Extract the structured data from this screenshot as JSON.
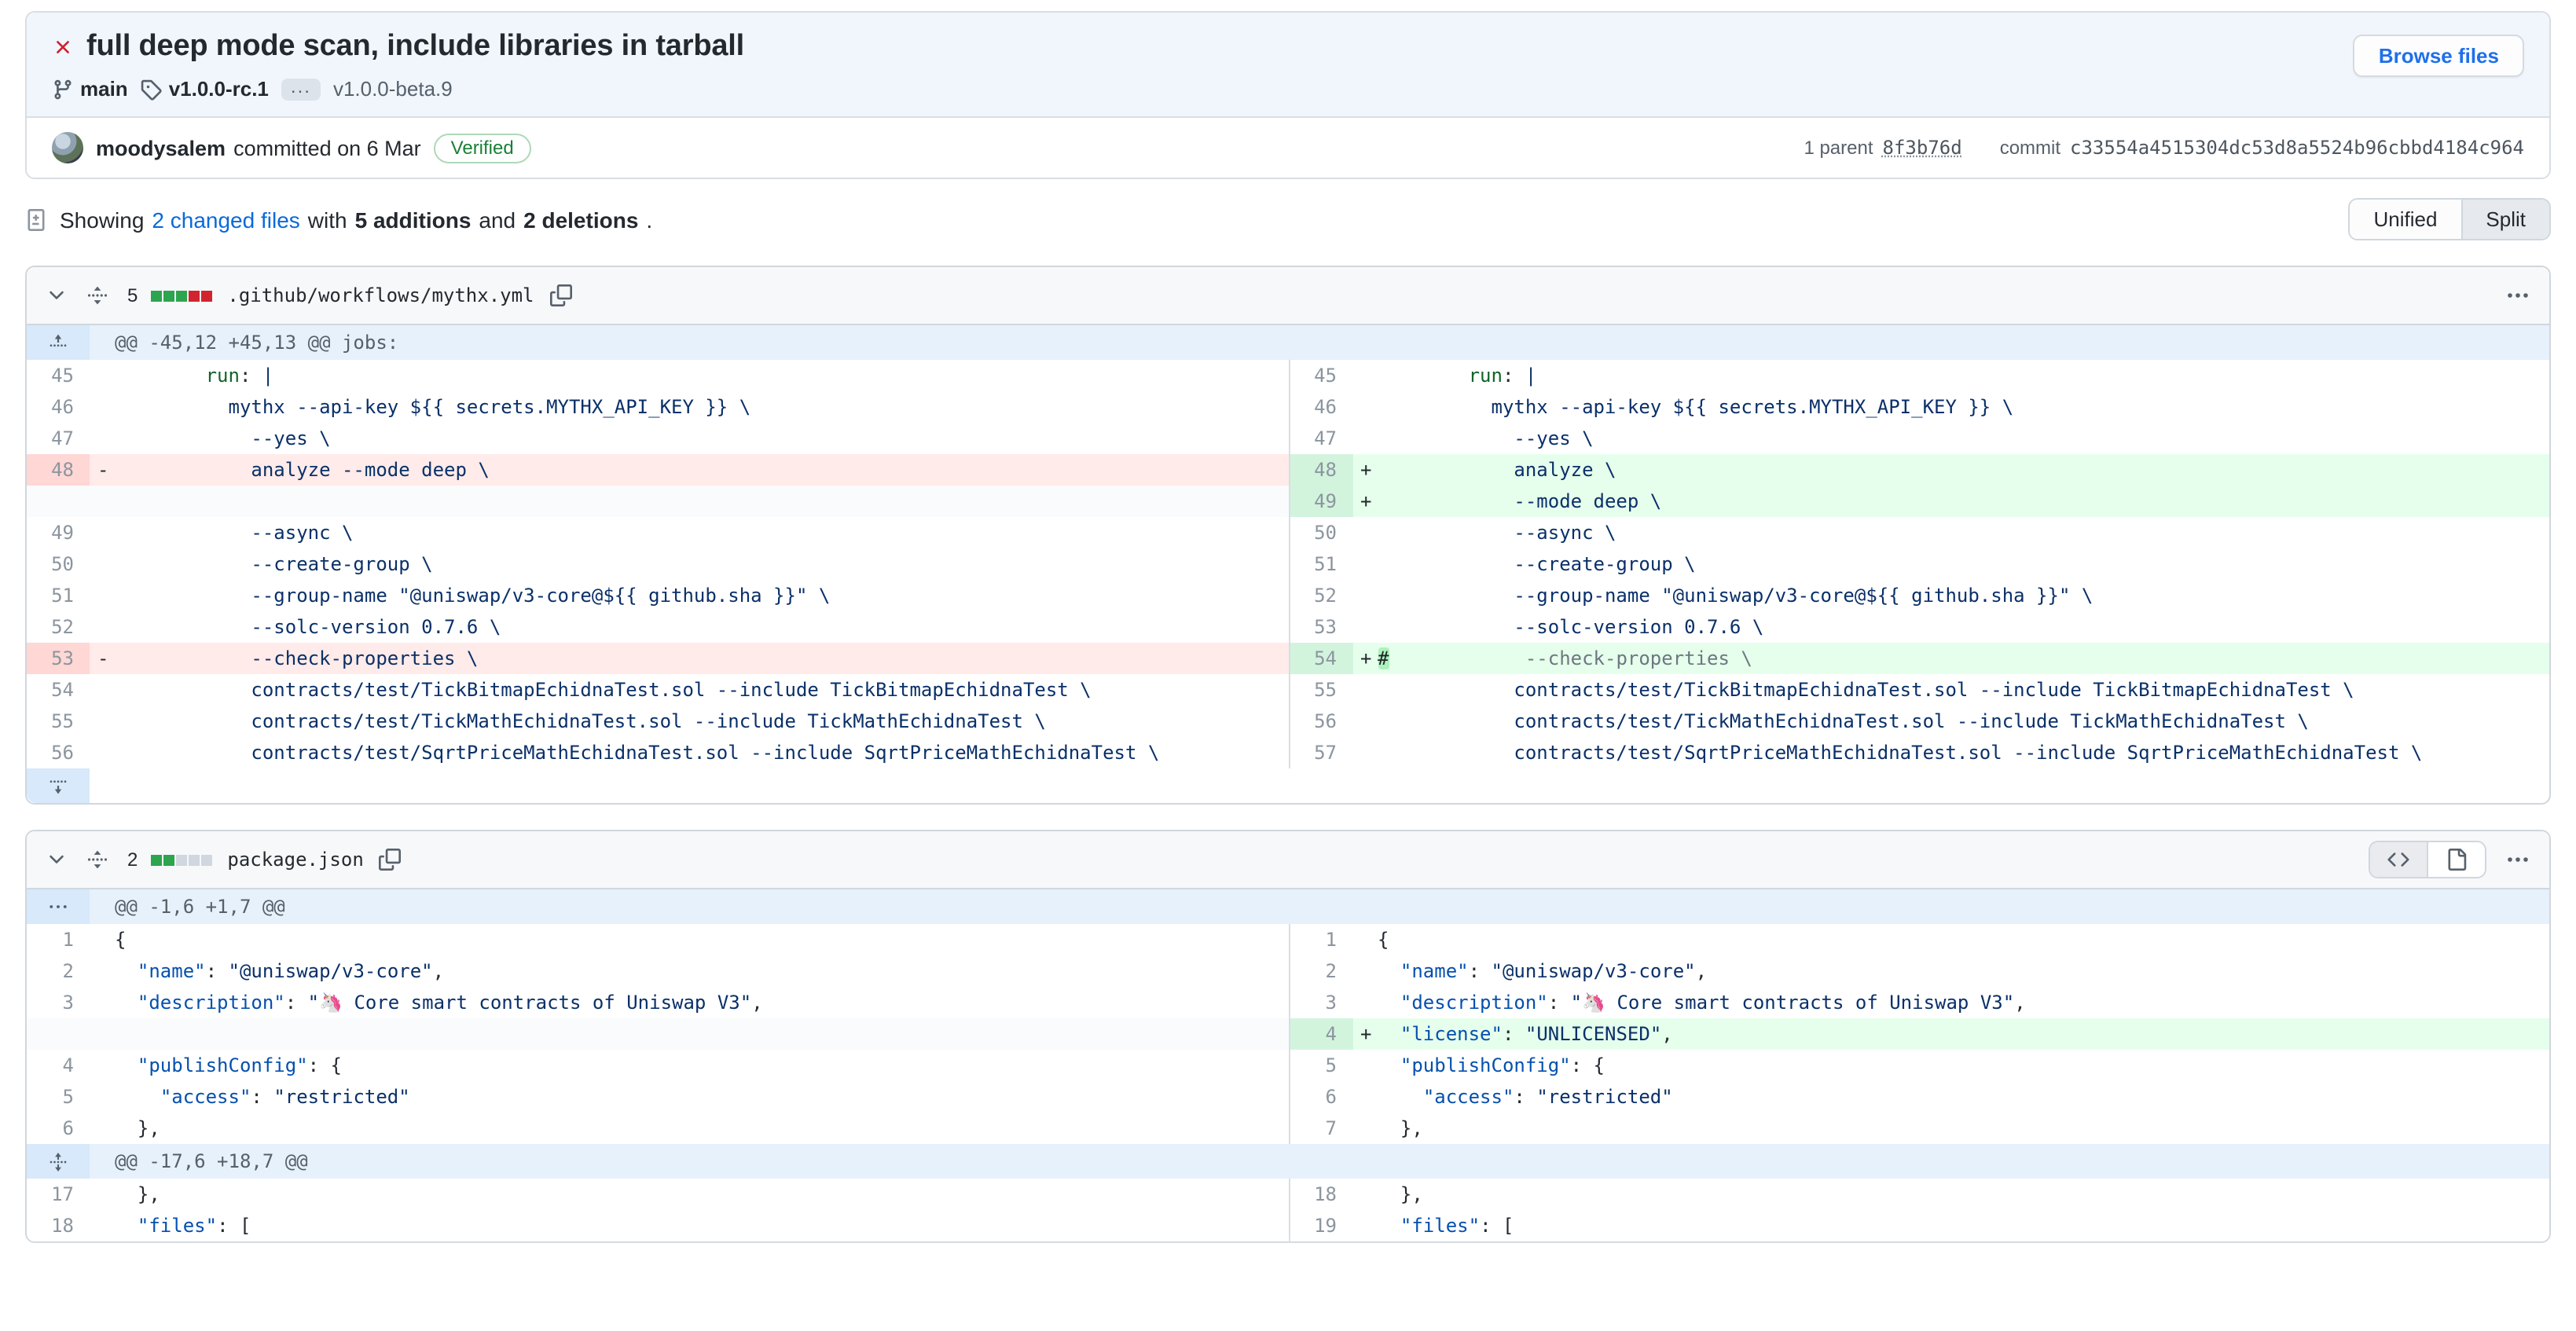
{
  "commit_header": {
    "title": "full deep mode scan, include libraries in tarball",
    "branch": "main",
    "tag": "v1.0.0-rc.1",
    "tag_overflow": "...",
    "secondary_tag": "v1.0.0-beta.9",
    "browse_files_label": "Browse files"
  },
  "commit_meta": {
    "author": "moodysalem",
    "action": "committed on 6 Mar",
    "verified_label": "Verified",
    "parent_label": "1 parent",
    "parent_sha": "8f3b76d",
    "commit_label": "commit",
    "commit_sha": "c33554a4515304dc53d8a5524b96cbbd4184c964"
  },
  "summary": {
    "showing": "Showing",
    "files_link": "2 changed files",
    "with": "with",
    "additions": "5 additions",
    "and": "and",
    "deletions": "2 deletions",
    "period": ".",
    "unified_label": "Unified",
    "split_label": "Split"
  },
  "colors": {
    "accent": "#0969da",
    "addition_bg": "#e6ffec",
    "deletion_bg": "#ffebe9",
    "verified_green": "#1a7f37",
    "diffstat_add": "#2da44e",
    "diffstat_del": "#d1242f"
  },
  "files": [
    {
      "changes": "5",
      "diffstat": [
        "add",
        "add",
        "add",
        "del",
        "del"
      ],
      "path": ".github/workflows/mythx.yml",
      "rows": [
        {
          "t": "hunk",
          "icon": "expand-up",
          "text": "@@ -45,12 +45,13 @@ jobs:"
        },
        {
          "t": "ln",
          "l": {
            "n": "45",
            "k": "ctx",
            "c": [
              [
                "        ",
                ""
              ],
              [
                "run",
                "ent"
              ],
              [
                ": ",
                ""
              ],
              [
                "|",
                "str"
              ]
            ]
          },
          "r": {
            "n": "45",
            "k": "ctx",
            "c": [
              [
                "        ",
                ""
              ],
              [
                "run",
                "ent"
              ],
              [
                ": ",
                ""
              ],
              [
                "|",
                "str"
              ]
            ]
          }
        },
        {
          "t": "ln",
          "l": {
            "n": "46",
            "k": "ctx",
            "c": [
              [
                "          mythx --api-key ${{ secrets.MYTHX_API_KEY }} \\",
                "str"
              ]
            ]
          },
          "r": {
            "n": "46",
            "k": "ctx",
            "c": [
              [
                "          mythx --api-key ${{ secrets.MYTHX_API_KEY }} \\",
                "str"
              ]
            ]
          }
        },
        {
          "t": "ln",
          "l": {
            "n": "47",
            "k": "ctx",
            "c": [
              [
                "            --yes \\",
                "str"
              ]
            ]
          },
          "r": {
            "n": "47",
            "k": "ctx",
            "c": [
              [
                "            --yes \\",
                "str"
              ]
            ]
          }
        },
        {
          "t": "ln",
          "l": {
            "n": "48",
            "k": "del",
            "m": "-",
            "c": [
              [
                "            analyze --mode deep \\",
                "str"
              ]
            ]
          },
          "r": {
            "n": "48",
            "k": "add",
            "m": "+",
            "c": [
              [
                "            analyze \\",
                "str"
              ]
            ]
          }
        },
        {
          "t": "ln",
          "l": {
            "k": "empty",
            "c": []
          },
          "r": {
            "n": "49",
            "k": "add",
            "m": "+",
            "c": [
              [
                "            --mode deep \\",
                "str"
              ]
            ]
          }
        },
        {
          "t": "ln",
          "l": {
            "n": "49",
            "k": "ctx",
            "c": [
              [
                "            --async \\",
                "str"
              ]
            ]
          },
          "r": {
            "n": "50",
            "k": "ctx",
            "c": [
              [
                "            --async \\",
                "str"
              ]
            ]
          }
        },
        {
          "t": "ln",
          "l": {
            "n": "50",
            "k": "ctx",
            "c": [
              [
                "            --create-group \\",
                "str"
              ]
            ]
          },
          "r": {
            "n": "51",
            "k": "ctx",
            "c": [
              [
                "            --create-group \\",
                "str"
              ]
            ]
          }
        },
        {
          "t": "ln",
          "l": {
            "n": "51",
            "k": "ctx",
            "c": [
              [
                "            --group-name \"@uniswap/v3-core@${{ github.sha }}\" \\",
                "str"
              ]
            ]
          },
          "r": {
            "n": "52",
            "k": "ctx",
            "c": [
              [
                "            --group-name \"@uniswap/v3-core@${{ github.sha }}\" \\",
                "str"
              ]
            ]
          }
        },
        {
          "t": "ln",
          "l": {
            "n": "52",
            "k": "ctx",
            "c": [
              [
                "            --solc-version 0.7.6 \\",
                "str"
              ]
            ]
          },
          "r": {
            "n": "53",
            "k": "ctx",
            "c": [
              [
                "            --solc-version 0.7.6 \\",
                "str"
              ]
            ]
          }
        },
        {
          "t": "ln",
          "l": {
            "n": "53",
            "k": "del",
            "m": "-",
            "c": [
              [
                "            --check-properties \\",
                "str"
              ]
            ]
          },
          "r": {
            "n": "54",
            "k": "add",
            "m": "+",
            "c": [
              [
                "#",
                "hl"
              ],
              [
                "            --check-properties \\",
                "cmt"
              ]
            ]
          }
        },
        {
          "t": "ln",
          "l": {
            "n": "54",
            "k": "ctx",
            "c": [
              [
                "            contracts/test/TickBitmapEchidnaTest.sol --include TickBitmapEchidnaTest \\",
                "str"
              ]
            ]
          },
          "r": {
            "n": "55",
            "k": "ctx",
            "c": [
              [
                "            contracts/test/TickBitmapEchidnaTest.sol --include TickBitmapEchidnaTest \\",
                "str"
              ]
            ]
          }
        },
        {
          "t": "ln",
          "l": {
            "n": "55",
            "k": "ctx",
            "c": [
              [
                "            contracts/test/TickMathEchidnaTest.sol --include TickMathEchidnaTest \\",
                "str"
              ]
            ]
          },
          "r": {
            "n": "56",
            "k": "ctx",
            "c": [
              [
                "            contracts/test/TickMathEchidnaTest.sol --include TickMathEchidnaTest \\",
                "str"
              ]
            ]
          }
        },
        {
          "t": "ln",
          "l": {
            "n": "56",
            "k": "ctx",
            "c": [
              [
                "            contracts/test/SqrtPriceMathEchidnaTest.sol --include SqrtPriceMathEchidnaTest \\",
                "str"
              ]
            ]
          },
          "r": {
            "n": "57",
            "k": "ctx",
            "c": [
              [
                "            contracts/test/SqrtPriceMathEchidnaTest.sol --include SqrtPriceMathEchidnaTest \\",
                "str"
              ]
            ]
          }
        },
        {
          "t": "expand",
          "icon": "expand-down"
        }
      ]
    },
    {
      "changes": "2",
      "diffstat": [
        "add",
        "add",
        "neutral",
        "neutral",
        "neutral"
      ],
      "path": "package.json",
      "rows": [
        {
          "t": "hunk",
          "icon": "dots",
          "text": "@@ -1,6 +1,7 @@"
        },
        {
          "t": "ln",
          "l": {
            "n": "1",
            "k": "ctx",
            "c": [
              [
                "{",
                ""
              ]
            ]
          },
          "r": {
            "n": "1",
            "k": "ctx",
            "c": [
              [
                "{",
                ""
              ]
            ]
          }
        },
        {
          "t": "ln",
          "l": {
            "n": "2",
            "k": "ctx",
            "c": [
              [
                "  ",
                ""
              ],
              [
                "\"name\"",
                "key"
              ],
              [
                ": ",
                ""
              ],
              [
                "\"@uniswap/v3-core\"",
                "str"
              ],
              [
                ",",
                ""
              ]
            ]
          },
          "r": {
            "n": "2",
            "k": "ctx",
            "c": [
              [
                "  ",
                ""
              ],
              [
                "\"name\"",
                "key"
              ],
              [
                ": ",
                ""
              ],
              [
                "\"@uniswap/v3-core\"",
                "str"
              ],
              [
                ",",
                ""
              ]
            ]
          }
        },
        {
          "t": "ln",
          "l": {
            "n": "3",
            "k": "ctx",
            "c": [
              [
                "  ",
                ""
              ],
              [
                "\"description\"",
                "key"
              ],
              [
                ": ",
                ""
              ],
              [
                "\"🦄 Core smart contracts of Uniswap V3\"",
                "str"
              ],
              [
                ",",
                ""
              ]
            ]
          },
          "r": {
            "n": "3",
            "k": "ctx",
            "c": [
              [
                "  ",
                ""
              ],
              [
                "\"description\"",
                "key"
              ],
              [
                ": ",
                ""
              ],
              [
                "\"🦄 Core smart contracts of Uniswap V3\"",
                "str"
              ],
              [
                ",",
                ""
              ]
            ]
          }
        },
        {
          "t": "ln",
          "l": {
            "k": "empty",
            "c": []
          },
          "r": {
            "n": "4",
            "k": "add",
            "m": "+",
            "c": [
              [
                "  ",
                ""
              ],
              [
                "\"license\"",
                "key"
              ],
              [
                ": ",
                ""
              ],
              [
                "\"UNLICENSED\"",
                "str"
              ],
              [
                ",",
                ""
              ]
            ]
          }
        },
        {
          "t": "ln",
          "l": {
            "n": "4",
            "k": "ctx",
            "c": [
              [
                "  ",
                ""
              ],
              [
                "\"publishConfig\"",
                "key"
              ],
              [
                ": {",
                ""
              ]
            ]
          },
          "r": {
            "n": "5",
            "k": "ctx",
            "c": [
              [
                "  ",
                ""
              ],
              [
                "\"publishConfig\"",
                "key"
              ],
              [
                ": {",
                ""
              ]
            ]
          }
        },
        {
          "t": "ln",
          "l": {
            "n": "5",
            "k": "ctx",
            "c": [
              [
                "    ",
                ""
              ],
              [
                "\"access\"",
                "key"
              ],
              [
                ": ",
                ""
              ],
              [
                "\"restricted\"",
                "str"
              ]
            ]
          },
          "r": {
            "n": "6",
            "k": "ctx",
            "c": [
              [
                "    ",
                ""
              ],
              [
                "\"access\"",
                "key"
              ],
              [
                ": ",
                ""
              ],
              [
                "\"restricted\"",
                "str"
              ]
            ]
          }
        },
        {
          "t": "ln",
          "l": {
            "n": "6",
            "k": "ctx",
            "c": [
              [
                "  },",
                ""
              ]
            ]
          },
          "r": {
            "n": "7",
            "k": "ctx",
            "c": [
              [
                "  },",
                ""
              ]
            ]
          }
        },
        {
          "t": "hunk",
          "icon": "expand-both",
          "text": "@@ -17,6 +18,7 @@"
        },
        {
          "t": "ln",
          "l": {
            "n": "17",
            "k": "ctx",
            "c": [
              [
                "  },",
                ""
              ]
            ]
          },
          "r": {
            "n": "18",
            "k": "ctx",
            "c": [
              [
                "  },",
                ""
              ]
            ]
          }
        },
        {
          "t": "ln",
          "l": {
            "n": "18",
            "k": "ctx",
            "c": [
              [
                "  ",
                ""
              ],
              [
                "\"files\"",
                "key"
              ],
              [
                ": [",
                ""
              ]
            ]
          },
          "r": {
            "n": "19",
            "k": "ctx",
            "c": [
              [
                "  ",
                ""
              ],
              [
                "\"files\"",
                "key"
              ],
              [
                ": [",
                ""
              ]
            ]
          }
        }
      ]
    }
  ]
}
